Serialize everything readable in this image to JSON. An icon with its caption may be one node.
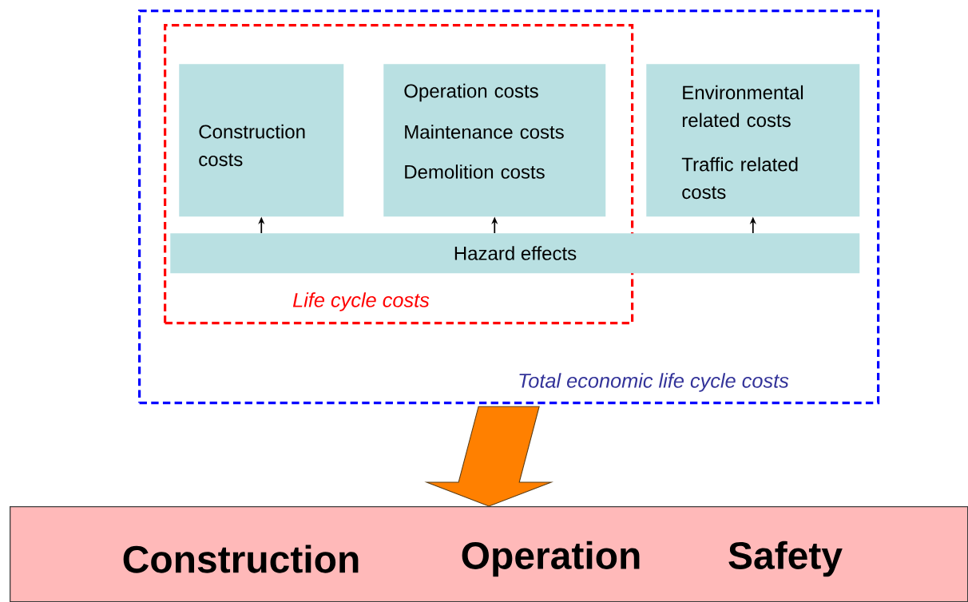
{
  "diagram": {
    "nodes": [
      {
        "text": [
          "Total economic life cycle costs"
        ]
      },
      {
        "text": [
          "Life cycle costs"
        ],
        "in": 0
      },
      {
        "text": [
          "Construction costs"
        ],
        "in": 1
      },
      {
        "text": [
          "Operation costs",
          "Maintenance costs",
          "Demolition costs"
        ],
        "in": 1
      },
      {
        "text": [
          "Environmental related costs",
          "Traffic related costs"
        ],
        "in": 0
      },
      {
        "text": [
          "Hazard effects"
        ],
        "in": 0
      },
      {
        "text": [
          "Construction",
          "Operation",
          "Safety"
        ]
      }
    ],
    "edges": [
      {
        "from": 5,
        "to": 2,
        "arrow": "to"
      },
      {
        "from": 5,
        "to": 3,
        "arrow": "to"
      },
      {
        "from": 5,
        "to": 4,
        "arrow": "to"
      },
      {
        "from": 0,
        "to": 6,
        "arrow": "to",
        "style": "thick",
        "color": "#ff8000"
      }
    ]
  }
}
